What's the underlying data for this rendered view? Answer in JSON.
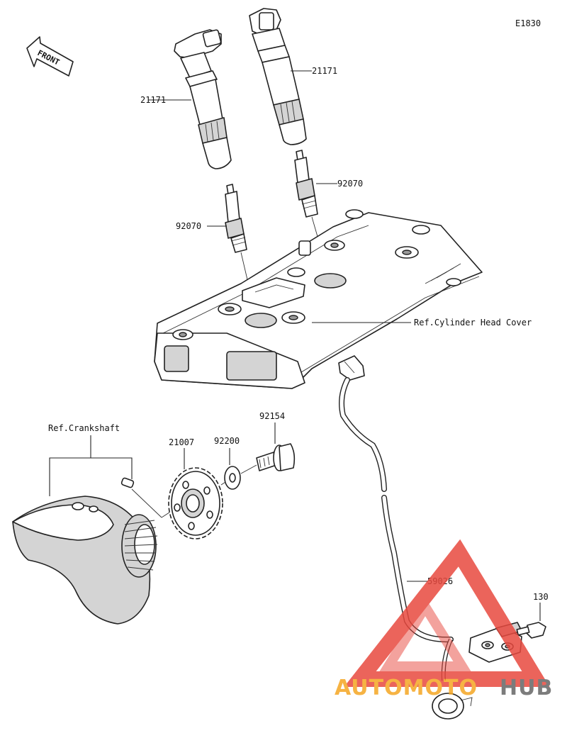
{
  "diagram_code": "E1830",
  "front_indicator": "FRONT",
  "parts": {
    "ignition_coil_left": "21171",
    "ignition_coil_right": "21171",
    "spark_plug_left": "92070",
    "spark_plug_right": "92070",
    "rotor": "21007",
    "washer": "92200",
    "bolt_rotor": "92154",
    "pickup_coil": "59026",
    "bolt_pickup": "130"
  },
  "references": {
    "cylinder_head_cover": "Ref.Cylinder Head Cover",
    "crankshaft": "Ref.Crankshaft"
  },
  "watermark": {
    "text_part1": "AUTOMOTO",
    "text_part2": "HUB",
    "color_primary": "#f5a623",
    "color_secondary": "#666666",
    "triangle_color": "#e8493f"
  }
}
